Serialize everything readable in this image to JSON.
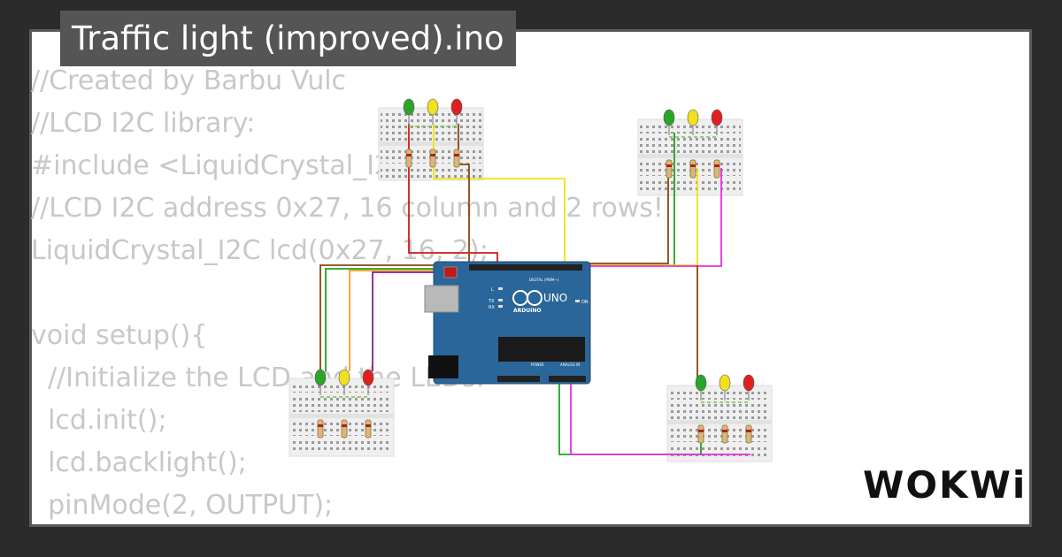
{
  "title": "Traffic light (improved).ino",
  "code_lines": [
    "//Created by Barbu Vulc",
    "//LCD I2C library:",
    "#include <LiquidCrystal_I2C.h>",
    "//LCD I2C address 0x27, 16 column and 2 rows!",
    "LiquidCrystal_I2C lcd(0x27, 16, 2);",
    "",
    "void setup(){",
    "  //Initialize the LCD and the LEDs:",
    "  lcd.init();",
    "  lcd.backlight();",
    "  pinMode(2, OUTPUT);"
  ],
  "arduino": {
    "label_uno": "UNO",
    "label_brand": "ARDUINO",
    "label_digital": "DIGITAL (PWM~)",
    "label_power": "POWER",
    "label_analog": "ANALOG IN",
    "label_on": "ON",
    "label_l": "L",
    "label_tx": "TX",
    "label_rx": "RX"
  },
  "logo": "WOKWi",
  "colors": {
    "background": "#2b2b2b",
    "card": "#ffffff",
    "title_bg": "#555555",
    "board": "#2a6699",
    "wire_red": "#d11a1a",
    "wire_yellow": "#f2e20c",
    "wire_green": "#22a31a",
    "wire_magenta": "#e62ee6",
    "wire_brown": "#8b4513",
    "wire_orange": "#f29f1a",
    "wire_purple": "#8a1a9a"
  }
}
